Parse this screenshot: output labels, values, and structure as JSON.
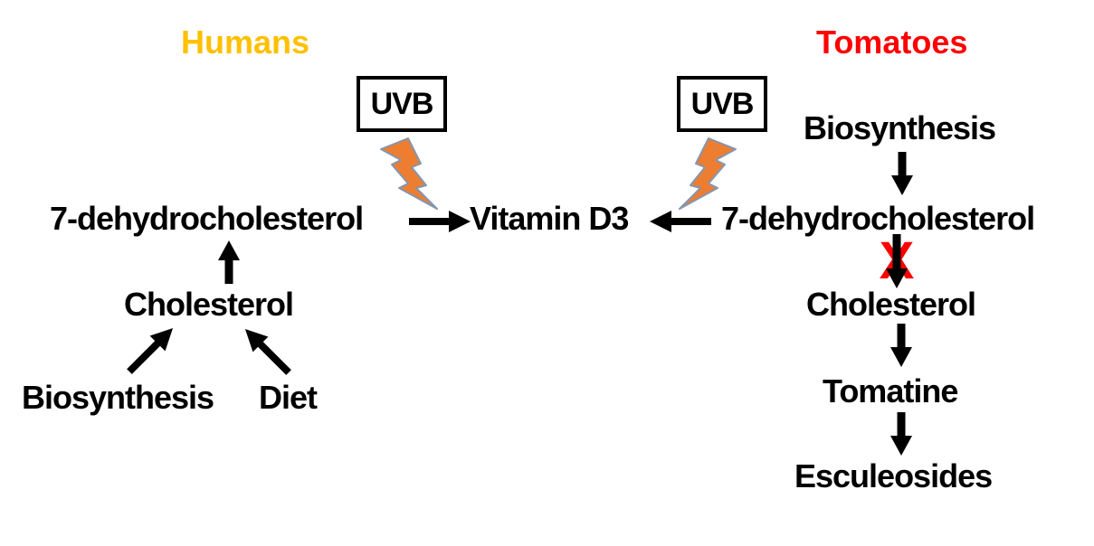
{
  "titles": {
    "humans": "Humans",
    "tomatoes": "Tomatoes"
  },
  "colors": {
    "humans_title": "#FFC000",
    "tomatoes_title": "#FF0000",
    "label_text": "#000000",
    "bolt_fill": "#ED7D31",
    "bolt_stroke": "#8496B0",
    "blocked_x": "#FF0000"
  },
  "uvb_label": "UVB",
  "human_pathway": {
    "sources": {
      "biosynthesis": "Biosynthesis",
      "diet": "Diet"
    },
    "cholesterol": "Cholesterol",
    "precursor": "7-dehydrocholesterol",
    "product": "Vitamin D3"
  },
  "tomato_pathway": {
    "source": "Biosynthesis",
    "precursor": "7-dehydrocholesterol",
    "blocked_mark": "X",
    "cholesterol": "Cholesterol",
    "tomatine": "Tomatine",
    "esculeosides": "Esculeosides"
  }
}
